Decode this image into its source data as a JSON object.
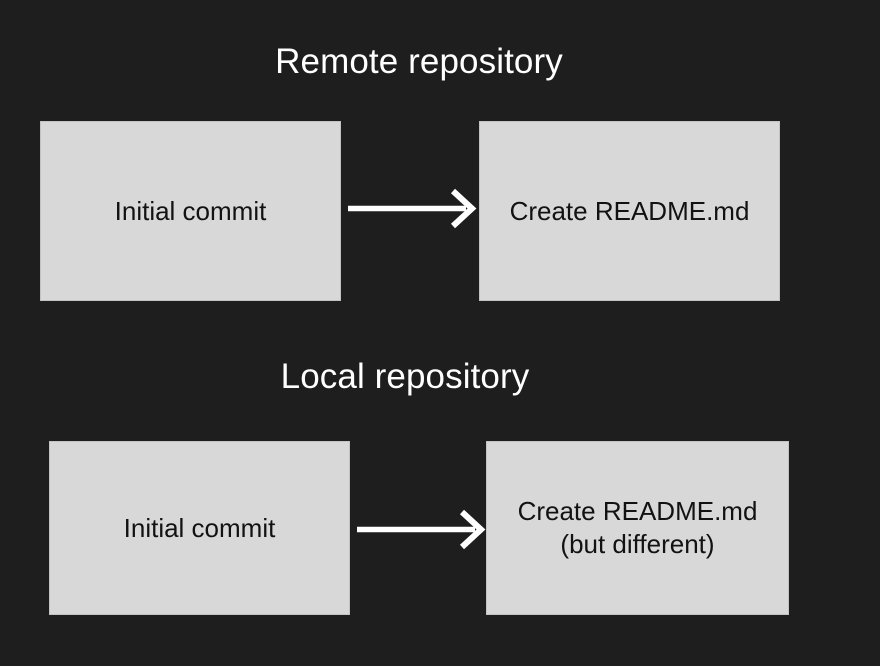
{
  "theme": {
    "background_color": "#1e1e1e",
    "node_fill_color": "#d8d8d8",
    "node_border_color": "#c2c2c2",
    "node_text_color": "#121212",
    "title_text_color": "#ffffff",
    "arrow_color": "#ffffff"
  },
  "diagram": {
    "type": "git-commit-history-comparison",
    "sections": [
      {
        "id": "remote",
        "title": "Remote repository",
        "nodes": [
          {
            "id": "remote-initial",
            "label": "Initial commit"
          },
          {
            "id": "remote-readme",
            "label": "Create README.md"
          }
        ],
        "arrow": {
          "from": "remote-initial",
          "to": "remote-readme",
          "direction": "right"
        }
      },
      {
        "id": "local",
        "title": "Local repository",
        "nodes": [
          {
            "id": "local-initial",
            "label": "Initial commit"
          },
          {
            "id": "local-readme",
            "label": "Create README.md",
            "label_line2": "(but different)"
          }
        ],
        "arrow": {
          "from": "local-initial",
          "to": "local-readme",
          "direction": "right"
        }
      }
    ]
  }
}
